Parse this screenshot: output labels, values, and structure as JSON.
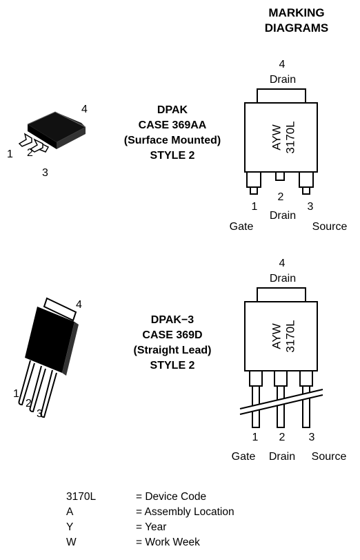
{
  "header": {
    "line1": "MARKING",
    "line2": "DIAGRAMS"
  },
  "packages": [
    {
      "id": "dpak",
      "lines": [
        "DPAK",
        "CASE 369AA",
        "(Surface Mounted)",
        "STYLE 2"
      ],
      "photo_pins": [
        "1",
        "2",
        "3",
        "4"
      ],
      "marking": {
        "tab_number": "4",
        "tab_label": "Drain",
        "line1": "AYW",
        "line2": "3170L",
        "pins": [
          {
            "number": "1",
            "name": "Gate"
          },
          {
            "number": "2",
            "name": "Drain"
          },
          {
            "number": "3",
            "name": "Source"
          }
        ]
      }
    },
    {
      "id": "dpak3",
      "lines": [
        "DPAK−3",
        "CASE 369D",
        "(Straight Lead)",
        "STYLE 2"
      ],
      "photo_pins": [
        "1",
        "2",
        "3",
        "4"
      ],
      "marking": {
        "tab_number": "4",
        "tab_label": "Drain",
        "line1": "AYW",
        "line2": "3170L",
        "pins": [
          {
            "number": "1",
            "name": "Gate"
          },
          {
            "number": "2",
            "name": "Drain"
          },
          {
            "number": "3",
            "name": "Source"
          }
        ]
      }
    }
  ],
  "legend": [
    {
      "code": "3170L",
      "desc": "= Device Code"
    },
    {
      "code": "A",
      "desc": "= Assembly Location"
    },
    {
      "code": "Y",
      "desc": "= Year"
    },
    {
      "code": "W",
      "desc": "= Work Week"
    }
  ]
}
